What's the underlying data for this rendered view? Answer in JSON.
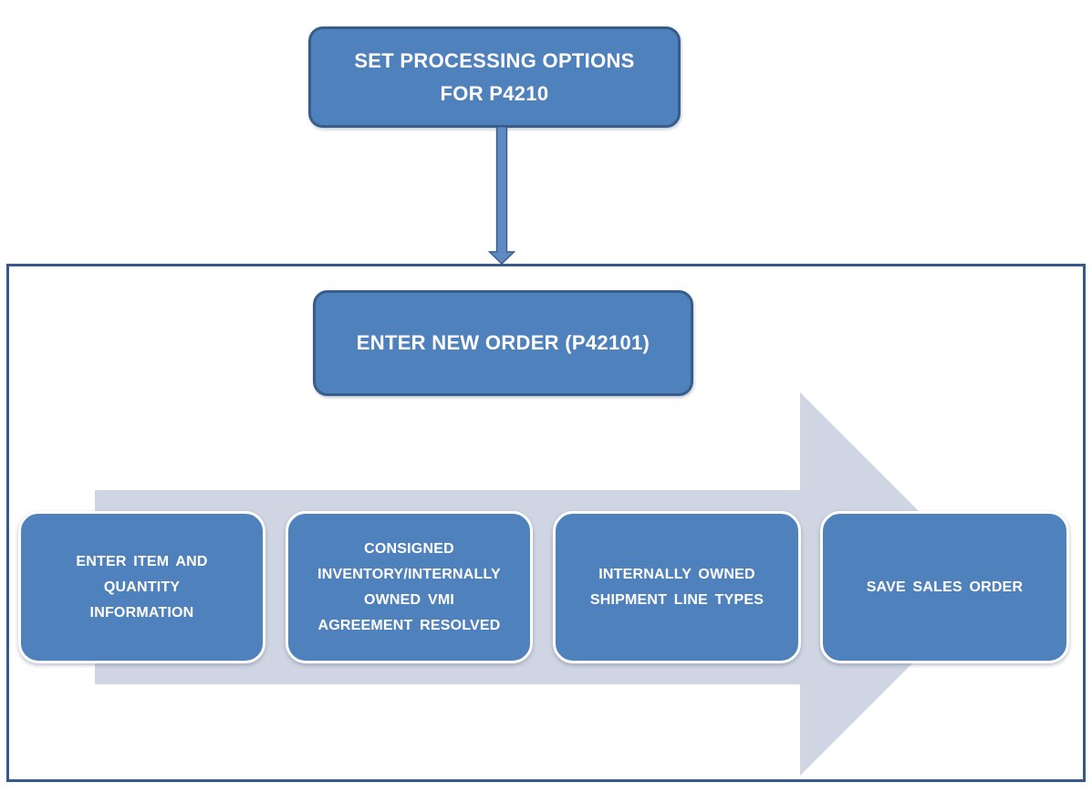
{
  "diagram": {
    "title_node": {
      "label": "SET PROCESSING OPTIONS\nFOR P4210"
    },
    "order_node": {
      "label": "ENTER NEW ORDER (P42101)"
    },
    "steps": [
      {
        "label": "ENTER ITEM AND\nQUANTITY\nINFORMATION"
      },
      {
        "label": "CONSIGNED\nINVENTORY/INTERNALLY\nOWNED VMI\nAGREEMENT RESOLVED"
      },
      {
        "label": "INTERNALLY OWNED\nSHIPMENT LINE TYPES"
      },
      {
        "label": "SAVE SALES ORDER"
      }
    ],
    "colors": {
      "node_fill": "#4f81bd",
      "node_border": "#385d8a",
      "container_border": "#36598b",
      "flow_arrow_gray": "#cfd5e3",
      "connector_fill": "#5f8ac1",
      "text": "#ffffff"
    }
  }
}
